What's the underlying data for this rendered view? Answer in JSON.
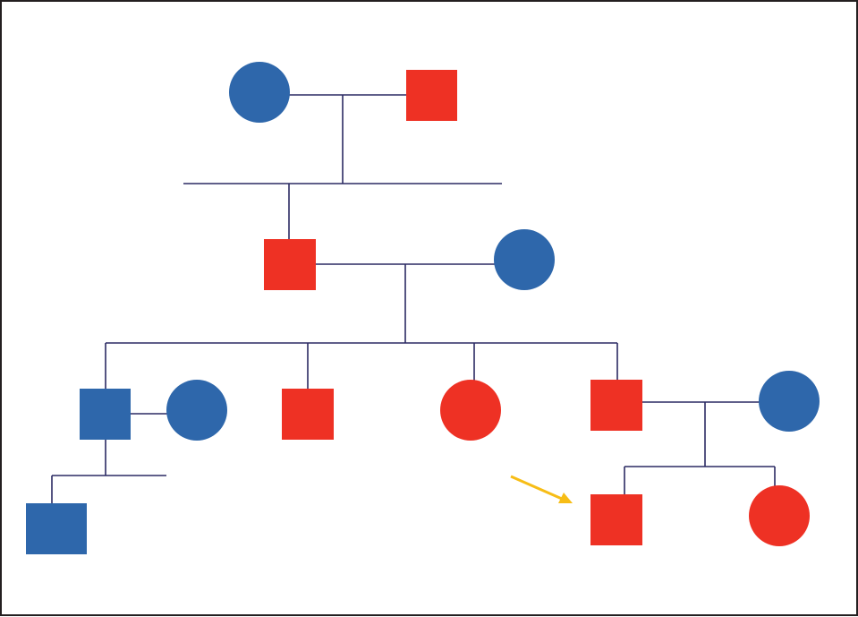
{
  "colors": {
    "affected": "#ee3124",
    "unaffected": "#2e67ab",
    "line": "#2b2a63",
    "arrow": "#f7bd16",
    "frame": "#231f20",
    "background": "#ffffff"
  },
  "legend": {},
  "generations": [
    {
      "couples": [
        {
          "members": [
            {
              "sex": "female",
              "status": "unaffected"
            },
            {
              "sex": "male",
              "status": "affected"
            }
          ]
        }
      ]
    },
    {
      "couples": [
        {
          "members": [
            {
              "sex": "male",
              "status": "affected"
            },
            {
              "sex": "female",
              "status": "unaffected"
            }
          ]
        }
      ]
    },
    {
      "individuals": [
        {
          "sex": "male",
          "status": "unaffected",
          "spouse": {
            "sex": "female",
            "status": "unaffected"
          }
        },
        {
          "sex": "male",
          "status": "affected"
        },
        {
          "sex": "female",
          "status": "affected"
        },
        {
          "sex": "male",
          "status": "affected",
          "spouse": {
            "sex": "female",
            "status": "unaffected"
          }
        }
      ]
    },
    {
      "individuals": [
        {
          "sex": "male",
          "status": "unaffected"
        },
        {
          "sex": "male",
          "status": "affected",
          "proband": true
        },
        {
          "sex": "female",
          "status": "affected"
        }
      ]
    }
  ],
  "proband_arrow": {
    "icon": "arrow-icon"
  }
}
